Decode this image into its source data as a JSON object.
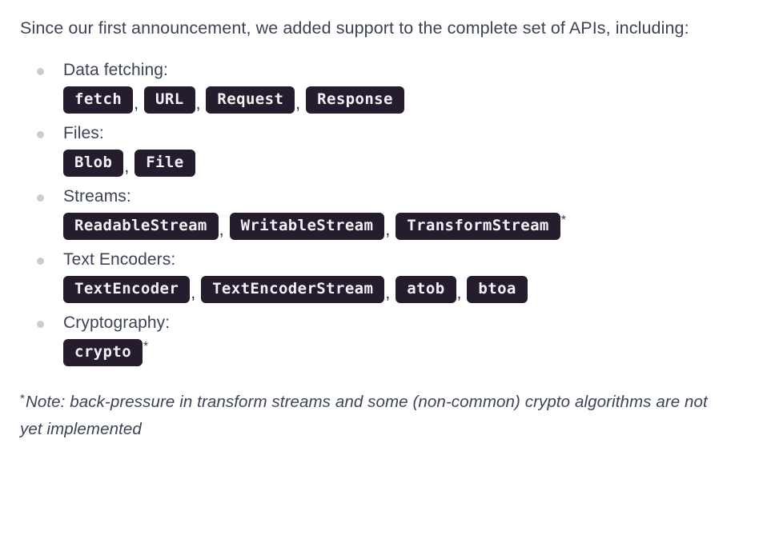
{
  "intro": {
    "text": "Since our first announcement, we added support to the complete set of APIs, including:"
  },
  "separators": {
    "comma": ",",
    "asterisk": "*"
  },
  "bullets": [
    {
      "label": "Data fetching:",
      "chips": [
        "fetch",
        "URL",
        "Request",
        "Response"
      ],
      "footnote_marker": false
    },
    {
      "label": "Files:",
      "chips": [
        "Blob",
        "File"
      ],
      "footnote_marker": false
    },
    {
      "label": "Streams:",
      "chips": [
        "ReadableStream",
        "WritableStream",
        "TransformStream"
      ],
      "footnote_marker": true
    },
    {
      "label": "Text Encoders:",
      "chips": [
        "TextEncoder",
        "TextEncoderStream",
        "atob",
        "btoa"
      ],
      "footnote_marker": false
    },
    {
      "label": "Cryptography:",
      "chips": [
        "crypto"
      ],
      "footnote_marker": true
    }
  ],
  "footnote": {
    "marker": "*",
    "text": "Note: back-pressure in transform streams and some (non-common) crypto algorithms are not yet implemented"
  },
  "colors": {
    "page_background": "#ffffff",
    "body_text": "#3c4356",
    "chip_background": "#251d2e",
    "chip_text": "#f4f2f6",
    "bullet_dot": "#c9ccd4"
  }
}
